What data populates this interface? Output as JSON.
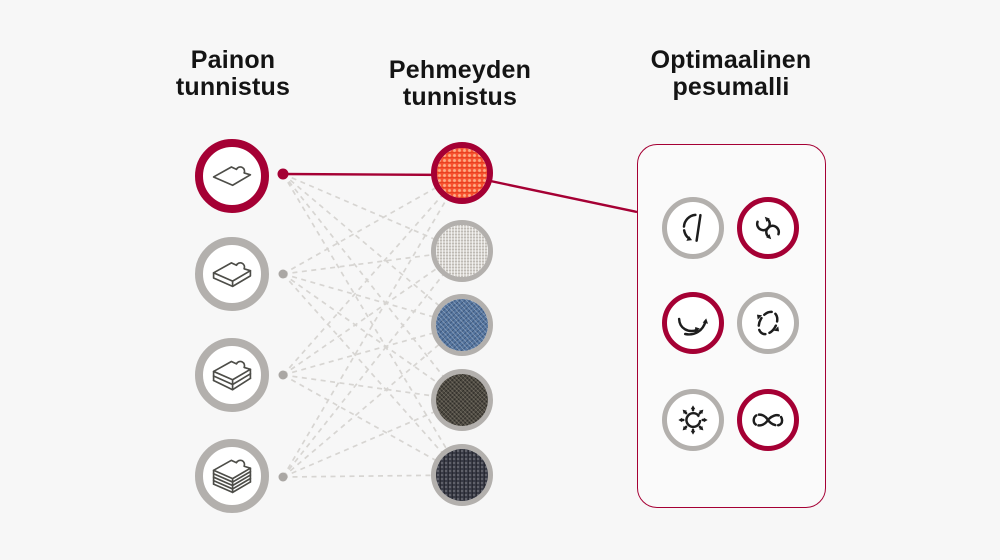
{
  "page": {
    "background": "#f7f7f7"
  },
  "colors": {
    "accent": "#a50034",
    "ring_gray": "#b3b0ad",
    "dashed_line": "#d7d5d2",
    "dot_gray": "#aaa7a4",
    "icon_stroke": "#1d1d1d",
    "weight_icon_stroke": "#4d4d48",
    "heading_text": "#141414",
    "box_background": "#fafafa",
    "node_background": "#ffffff"
  },
  "headings": {
    "weight": {
      "line1": "Painon",
      "line2": "tunnistus"
    },
    "softness": {
      "line1": "Pehmeyden",
      "line2": "tunnistus"
    },
    "wash": {
      "line1": "Optimaalinen",
      "line2": "pesumalli"
    }
  },
  "weight_nodes": [
    {
      "icon": "single-sheet-icon",
      "ring": "#a50034",
      "highlighted": true
    },
    {
      "icon": "double-sheet-icon",
      "ring": "#b3b0ad",
      "highlighted": false
    },
    {
      "icon": "triple-sheet-icon",
      "ring": "#b3b0ad",
      "highlighted": false
    },
    {
      "icon": "thick-stack-icon",
      "ring": "#b3b0ad",
      "highlighted": false
    }
  ],
  "softness_nodes": [
    {
      "swatch": "orange-mesh-fabric",
      "color": "#f8512e",
      "ring": "#a50034",
      "highlighted": true
    },
    {
      "swatch": "light-linen-fabric",
      "color": "#d8d5d0",
      "ring": "#b3b0ad",
      "highlighted": false
    },
    {
      "swatch": "blue-denim-fabric",
      "color": "#54749e",
      "ring": "#b3b0ad",
      "highlighted": false
    },
    {
      "swatch": "dark-weave-fabric",
      "color": "#4c4840",
      "ring": "#b3b0ad",
      "highlighted": false
    },
    {
      "swatch": "charcoal-knit-fabric",
      "color": "#343641",
      "ring": "#b3b0ad",
      "highlighted": false
    }
  ],
  "wash_motions": [
    {
      "icon": "filtration-motion-icon",
      "ring": "#b3b0ad",
      "highlighted": false
    },
    {
      "icon": "rolling-motion-icon",
      "ring": "#a50034",
      "highlighted": true
    },
    {
      "icon": "swing-motion-icon",
      "ring": "#a50034",
      "highlighted": true
    },
    {
      "icon": "tumble-motion-icon",
      "ring": "#b3b0ad",
      "highlighted": false
    },
    {
      "icon": "scrub-motion-icon",
      "ring": "#b3b0ad",
      "highlighted": false
    },
    {
      "icon": "stepping-motion-icon",
      "ring": "#a50034",
      "highlighted": true
    }
  ],
  "connections": {
    "style": "dashed-bipartite",
    "dashed_line_count": 19,
    "solid_path": [
      "weight-node-1",
      "softness-node-1",
      "wash-model-box"
    ]
  }
}
